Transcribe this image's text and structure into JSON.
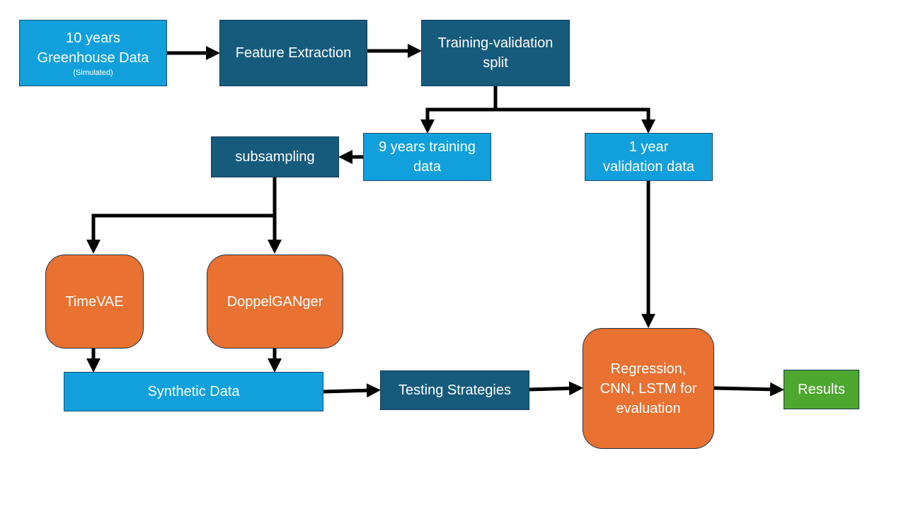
{
  "nodes": {
    "greenhouse": {
      "line1": "10 years",
      "line2": "Greenhouse Data",
      "note": "(Simulated)"
    },
    "feature_extraction": {
      "label": "Feature Extraction"
    },
    "split": {
      "line1": "Training-validation",
      "line2": "split"
    },
    "training": {
      "line1": "9 years training",
      "line2": "data"
    },
    "validation": {
      "line1": "1 year",
      "line2": "validation data"
    },
    "subsampling": {
      "label": "subsampling"
    },
    "timevae": {
      "label": "TimeVAE"
    },
    "doppelganger": {
      "label": "DoppelGANger"
    },
    "synthetic": {
      "label": "Synthetic Data"
    },
    "testing": {
      "label": "Testing Strategies"
    },
    "evaluation": {
      "line1": "Regression,",
      "line2": "CNN, LSTM for",
      "line3": "evaluation"
    },
    "results": {
      "label": "Results"
    }
  },
  "colors": {
    "light_box": "#11a0dc",
    "dark_box": "#165a7c",
    "orange_box": "#e97132",
    "green_box": "#4ea72e",
    "arrow": "#000000"
  }
}
